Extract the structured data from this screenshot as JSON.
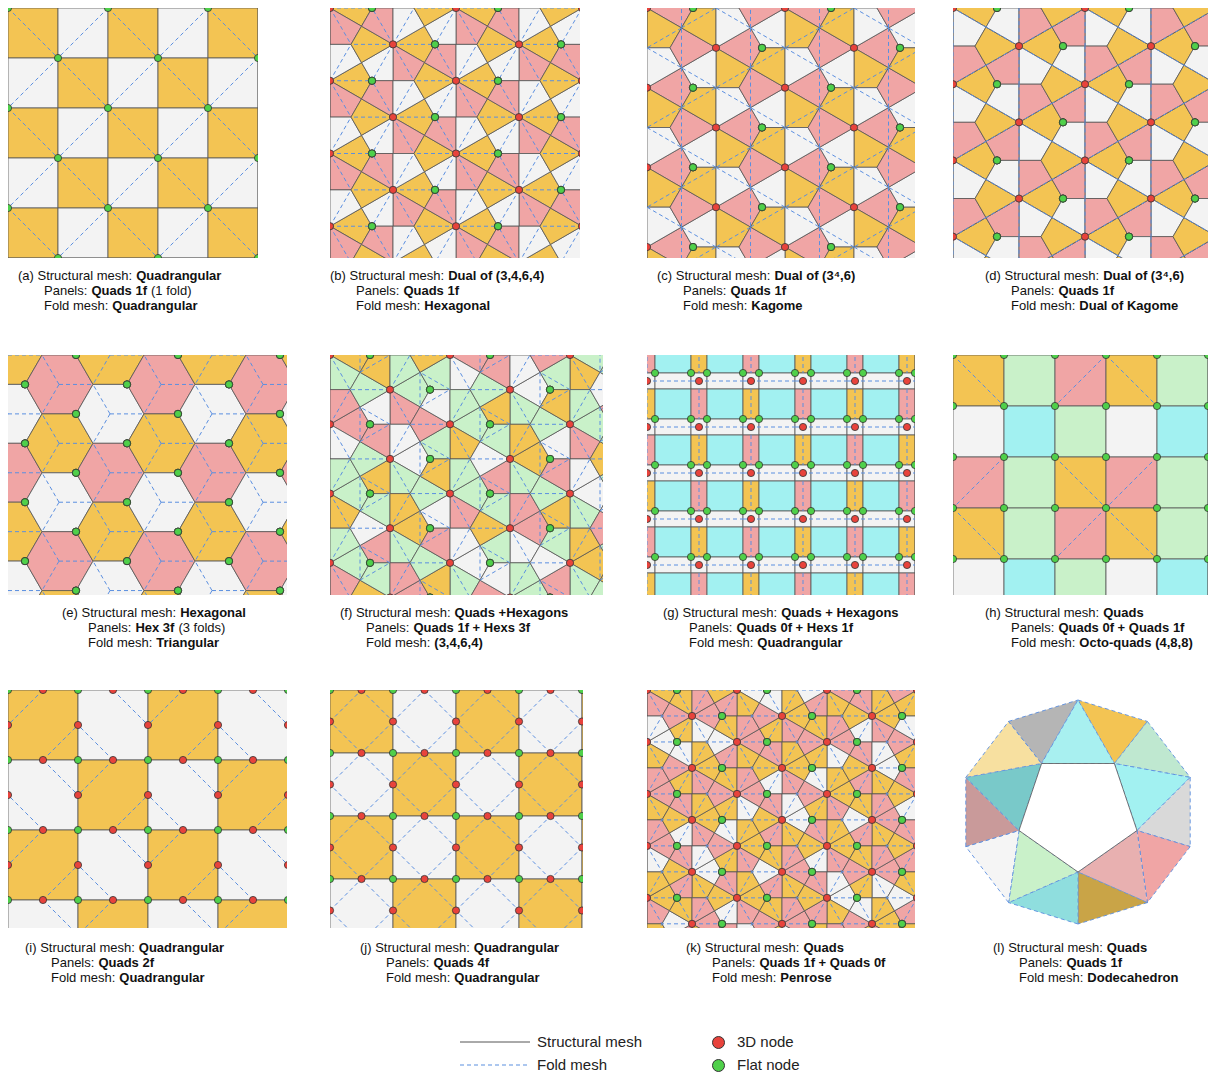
{
  "diagram": {
    "labels": [
      "(a) Structural mesh:",
      "Quadrangular",
      "Panels:",
      "Quads 1f",
      "(1 fold)",
      "Fold mesh:",
      "Quadrangular",
      "(b) Structural mesh:",
      "Dual of (3,4,6,4)",
      "Panels:",
      "Quads 1f",
      "Fold mesh:",
      "Hexagonal",
      "(c) Structural mesh:",
      "Dual of (3⁴,6)",
      "Panels:",
      "Quads 1f",
      "Fold mesh:",
      "Kagome",
      "(d) Structural mesh:",
      "Dual of (3⁴,6)",
      "Panels:",
      "Quads 1f",
      "Fold mesh:",
      "Dual of Kagome",
      "(e) Structural mesh:",
      "Hexagonal",
      "Panels:",
      "Hex 3f",
      "(3 folds)",
      "Fold mesh:",
      "Triangular",
      "(f) Structural mesh:",
      "Quads +Hexagons",
      "Panels:",
      "Quads 1f + Hexs 3f",
      "Fold mesh:",
      "(3,4,6,4)",
      "(g) Structural mesh:",
      "Quads + Hexagons",
      "Panels:",
      "Quads 0f + Hexs 1f",
      "Fold mesh:",
      "Quadrangular",
      "(h) Structural mesh:",
      "Quads",
      "Panels:",
      "Quads 0f + Quads 1f",
      "Fold mesh:",
      "Octo-quads (4,8,8)",
      "(i) Structural mesh:",
      "Quadrangular",
      "Panels:",
      "Quads 2f",
      "Fold mesh:",
      "Quadrangular",
      "(j) Structural mesh:",
      "Quadrangular",
      "Panels:",
      "Quads 4f",
      "Fold mesh:",
      "Quadrangular",
      "(k) Structural mesh:",
      "Quads",
      "Panels:",
      "Quads 1f + Quads 0f",
      "Fold mesh:",
      "Penrose",
      "(l) Structural mesh:",
      "Quads",
      "Panels:",
      "Quads 1f",
      "Fold mesh:",
      "Dodecahedron"
    ],
    "legend": [
      {
        "text": "Structural mesh"
      },
      {
        "text": "Fold mesh"
      },
      {
        "text": "3D node",
        "color": "#e8433c"
      },
      {
        "text": "Flat node",
        "color": "#4fd04a"
      }
    ]
  }
}
